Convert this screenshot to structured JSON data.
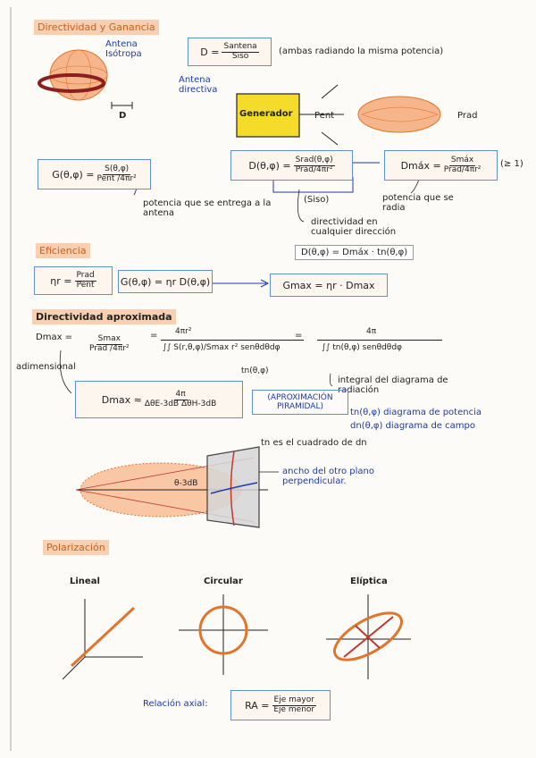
{
  "sections": {
    "directivity_gain": "Directividad y Ganancia",
    "efficiency": "Eficiencia",
    "approx_directivity": "Directividad aproximada",
    "polarization": "Polarización"
  },
  "antennas": {
    "isotropic": "Antena Isótropa",
    "directive": "Antena directiva",
    "d_label": "D",
    "D_formula": {
      "lhs": "D =",
      "num": "Santena",
      "den": "Siso"
    },
    "D_note": "(ambas radiando la misma potencia)"
  },
  "generator": {
    "box": "Generador",
    "pent": "Pent",
    "prad": "Prad"
  },
  "formulas": {
    "gain": {
      "lhs": "G(θ,φ) =",
      "num": "S(θ,φ)",
      "den": "Pent /4πr²"
    },
    "gain_note": "potencia que se entrega a la antena",
    "directivity": {
      "lhs": "D(θ,φ) =",
      "num": "Srad(θ,φ)",
      "den": "Prad/4πr²"
    },
    "siso": "(Siso)",
    "directivity_note": "directividad en cualquier dirección",
    "dmax": {
      "lhs": "Dmáx =",
      "num": "Smáx",
      "den": "Prad/4πr²",
      "note": "(≥ 1)"
    },
    "dmax_note": "potencia que se radia",
    "d_relation": "D(θ,φ) = Dmáx · tn(θ,φ)"
  },
  "efficiency": {
    "eta": {
      "lhs": "ηr =",
      "num": "Prad",
      "den": "Pent"
    },
    "g_eta": "G(θ,φ) = ηr D(θ,φ)",
    "gmax": "Gmax = ηr · Dmax"
  },
  "approx": {
    "dmax_lhs": "Dmax =",
    "frac1": {
      "num": "Smax",
      "den": "Prad /4πr²"
    },
    "frac2_num": "4πr²",
    "integral1": "∫∫ S(r,θ,φ)/Smax r² senθdθdφ",
    "frac3_num": "4π",
    "integral2": "∫∫ tn(θ,φ) senθdθdφ",
    "tn_note": "tn(θ,φ)",
    "integral_note": "integral del diagrama de radiación",
    "adim": "adimensional",
    "approx_formula": {
      "lhs": "Dmax ≈",
      "num": "4π",
      "den": "ΔθE-3dB ΔθH-3dB"
    },
    "pyramid": "(APROXIMACIÓN PIRAMIDAL)",
    "tn_power": "tn(θ,φ) diagrama de potencia",
    "dn_field": "dn(θ,φ) diagrama de campo",
    "tn_sq": "tn es el cuadrado de dn",
    "theta_label": "θ-3dB",
    "beam_note": "ancho del otro plano perpendicular."
  },
  "polarization": {
    "linear": "Lineal",
    "circular": "Circular",
    "elliptic": "Elíptica",
    "ra_label": "Relación axial:",
    "ra": {
      "lhs": "RA =",
      "num": "Eje mayor",
      "den": "Eje menor"
    }
  },
  "colors": {
    "accent": "#e2742c",
    "blue": "#1d3aa8",
    "box": "#5d90d6",
    "red": "#c0392b"
  }
}
